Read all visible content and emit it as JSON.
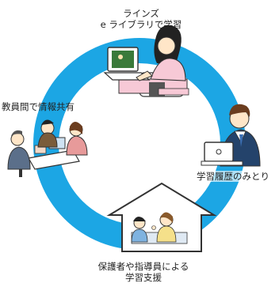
{
  "cycle": {
    "ring_color": "#1ca6e4",
    "nodes": [
      {
        "id": "top",
        "lines": [
          "ラインズ",
          "e ライブラリで学習"
        ]
      },
      {
        "id": "left",
        "lines": [
          "教員間で情報共有"
        ]
      },
      {
        "id": "right",
        "lines": [
          "学習履歴のみとり"
        ]
      },
      {
        "id": "bottom",
        "lines": [
          "保護者や指導員による",
          "学習支援"
        ]
      }
    ]
  }
}
